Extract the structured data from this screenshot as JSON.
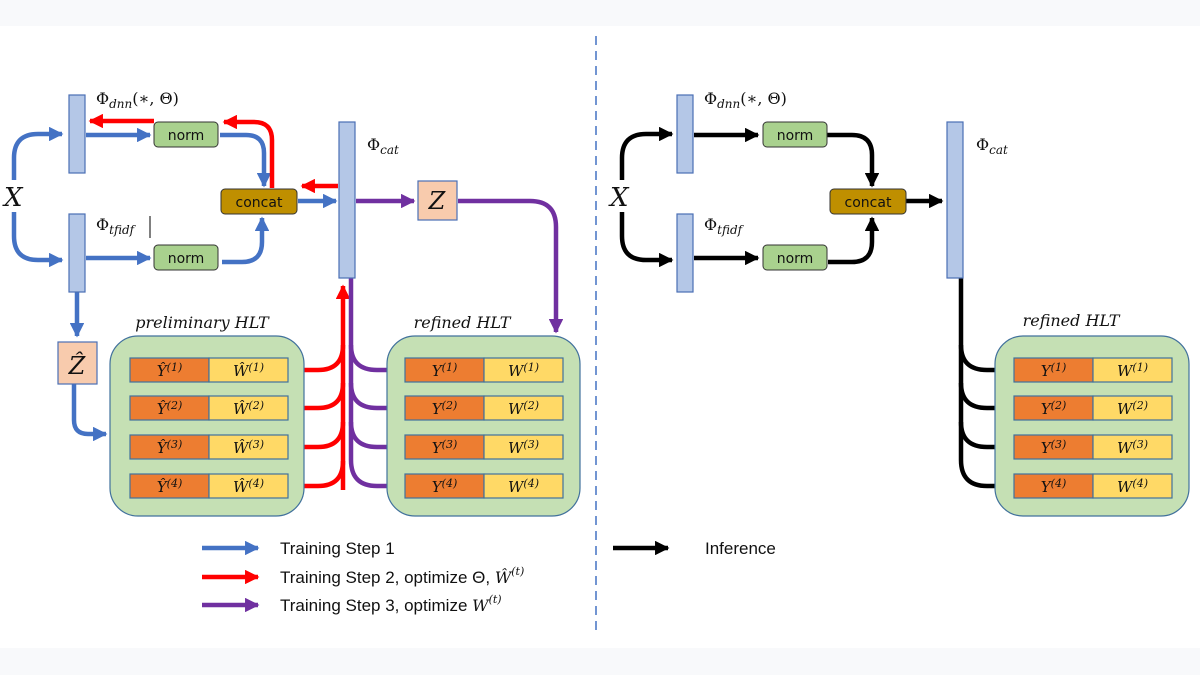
{
  "colors": {
    "background": "#ffffff",
    "band": "#f8f9fb",
    "step1": "#4472c4",
    "step2": "#ff0000",
    "step3": "#7030a0",
    "inference": "#000000",
    "layer_fill": "#b4c7e7",
    "layer_stroke": "#4a6fb5",
    "norm_fill": "#a9d18e",
    "concat_fill": "#bf8f00",
    "z_fill": "#f8cbad",
    "hlt_panel": "#c5e0b4",
    "y_fill": "#ed7d31",
    "w_fill": "#ffd966",
    "divider": "#4472c4"
  },
  "left": {
    "input_label": "X",
    "dnn": {
      "label": "Φ",
      "sub": "dnn",
      "args": "(∗, Θ)"
    },
    "tfidf": {
      "label": "Φ",
      "sub": "tfidf"
    },
    "cat": {
      "label": "Φ",
      "sub": "cat"
    },
    "norm_top": "norm",
    "norm_bottom": "norm",
    "concat": "concat",
    "z": "Z",
    "z_hat": "Ẑ",
    "preliminary_title": "preliminary HLT",
    "refined_title": "refined HLT",
    "preliminary_rows": [
      {
        "y": "Ŷ",
        "w": "Ŵ",
        "t": "(1)"
      },
      {
        "y": "Ŷ",
        "w": "Ŵ",
        "t": "(2)"
      },
      {
        "y": "Ŷ",
        "w": "Ŵ",
        "t": "(3)"
      },
      {
        "y": "Ŷ",
        "w": "Ŵ",
        "t": "(4)"
      }
    ],
    "refined_rows": [
      {
        "y": "Y",
        "w": "W",
        "t": "(1)"
      },
      {
        "y": "Y",
        "w": "W",
        "t": "(2)"
      },
      {
        "y": "Y",
        "w": "W",
        "t": "(3)"
      },
      {
        "y": "Y",
        "w": "W",
        "t": "(4)"
      }
    ]
  },
  "right": {
    "input_label": "X",
    "dnn": {
      "label": "Φ",
      "sub": "dnn",
      "args": "(∗, Θ)"
    },
    "tfidf": {
      "label": "Φ",
      "sub": "tfidf"
    },
    "cat": {
      "label": "Φ",
      "sub": "cat"
    },
    "norm_top": "norm",
    "norm_bottom": "norm",
    "concat": "concat",
    "refined_title": "refined HLT",
    "refined_rows": [
      {
        "y": "Y",
        "w": "W",
        "t": "(1)"
      },
      {
        "y": "Y",
        "w": "W",
        "t": "(2)"
      },
      {
        "y": "Y",
        "w": "W",
        "t": "(3)"
      },
      {
        "y": "Y",
        "w": "W",
        "t": "(4)"
      }
    ]
  },
  "legend": {
    "step1": "Training Step 1",
    "step2": "Training Step 2, optimize Θ, ",
    "step2_math": "Ŵ",
    "step2_sup": "(t)",
    "step3": "Training Step 3, optimize ",
    "step3_math": "W",
    "step3_sup": "(t)",
    "inference": "Inference"
  }
}
